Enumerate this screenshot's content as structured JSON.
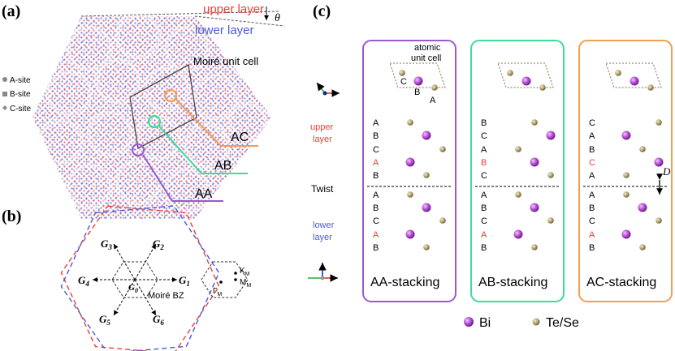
{
  "panel_a": {
    "label": "(a)",
    "upper_layer": "upper layer",
    "lower_layer": "lower layer",
    "theta": "θ",
    "legend": [
      "A-site",
      "B-site",
      "C-site"
    ],
    "moire_unit_cell": "Moiré unit cell",
    "callouts": [
      "AC",
      "AB",
      "AA"
    ]
  },
  "panel_b": {
    "label": "(b)",
    "vectors": [
      "G",
      "G",
      "G",
      "G",
      "G",
      "G",
      "G"
    ],
    "vector_subscripts": [
      "1",
      "2",
      "3",
      "4",
      "5",
      "6",
      "0"
    ],
    "moire_bz": "Moiré BZ",
    "points": [
      "K",
      "M",
      "Γ"
    ],
    "point_subscript": "M"
  },
  "panel_c": {
    "label": "(c)",
    "atomic_unit_cell": [
      "atomic",
      "unit cell"
    ],
    "upper_layer": [
      "upper",
      "layer"
    ],
    "lower_layer": [
      "lower",
      "layer"
    ],
    "twist": "Twist",
    "D": "D",
    "boxes": [
      {
        "title": "AA-stacking",
        "upper": [
          "A",
          "B",
          "C",
          "A",
          "B"
        ],
        "lower": [
          "A",
          "B",
          "C",
          "A",
          "B"
        ],
        "upper_red": 3,
        "lower_red": 3
      },
      {
        "title": "AB-stacking",
        "upper": [
          "B",
          "C",
          "A",
          "B",
          "C"
        ],
        "lower": [
          "A",
          "B",
          "C",
          "A",
          "B"
        ],
        "upper_red": 3,
        "lower_red": 3
      },
      {
        "title": "AC-stacking",
        "upper": [
          "C",
          "A",
          "B",
          "C",
          "A"
        ],
        "lower": [
          "A",
          "B",
          "C",
          "A",
          "B"
        ],
        "upper_red": 3,
        "lower_red": 3
      }
    ],
    "cell_labels": [
      "C",
      "B",
      "A"
    ],
    "legend_bi": "Bi",
    "legend_te": "Te/Se"
  },
  "colors": {
    "red": "#e8413a",
    "blue": "#4a5ad8",
    "purple_box": "#9b59d0",
    "green_box": "#3ddc97",
    "orange_box": "#f0a050",
    "bi": "#b84fd6",
    "te": "#b5a773"
  }
}
